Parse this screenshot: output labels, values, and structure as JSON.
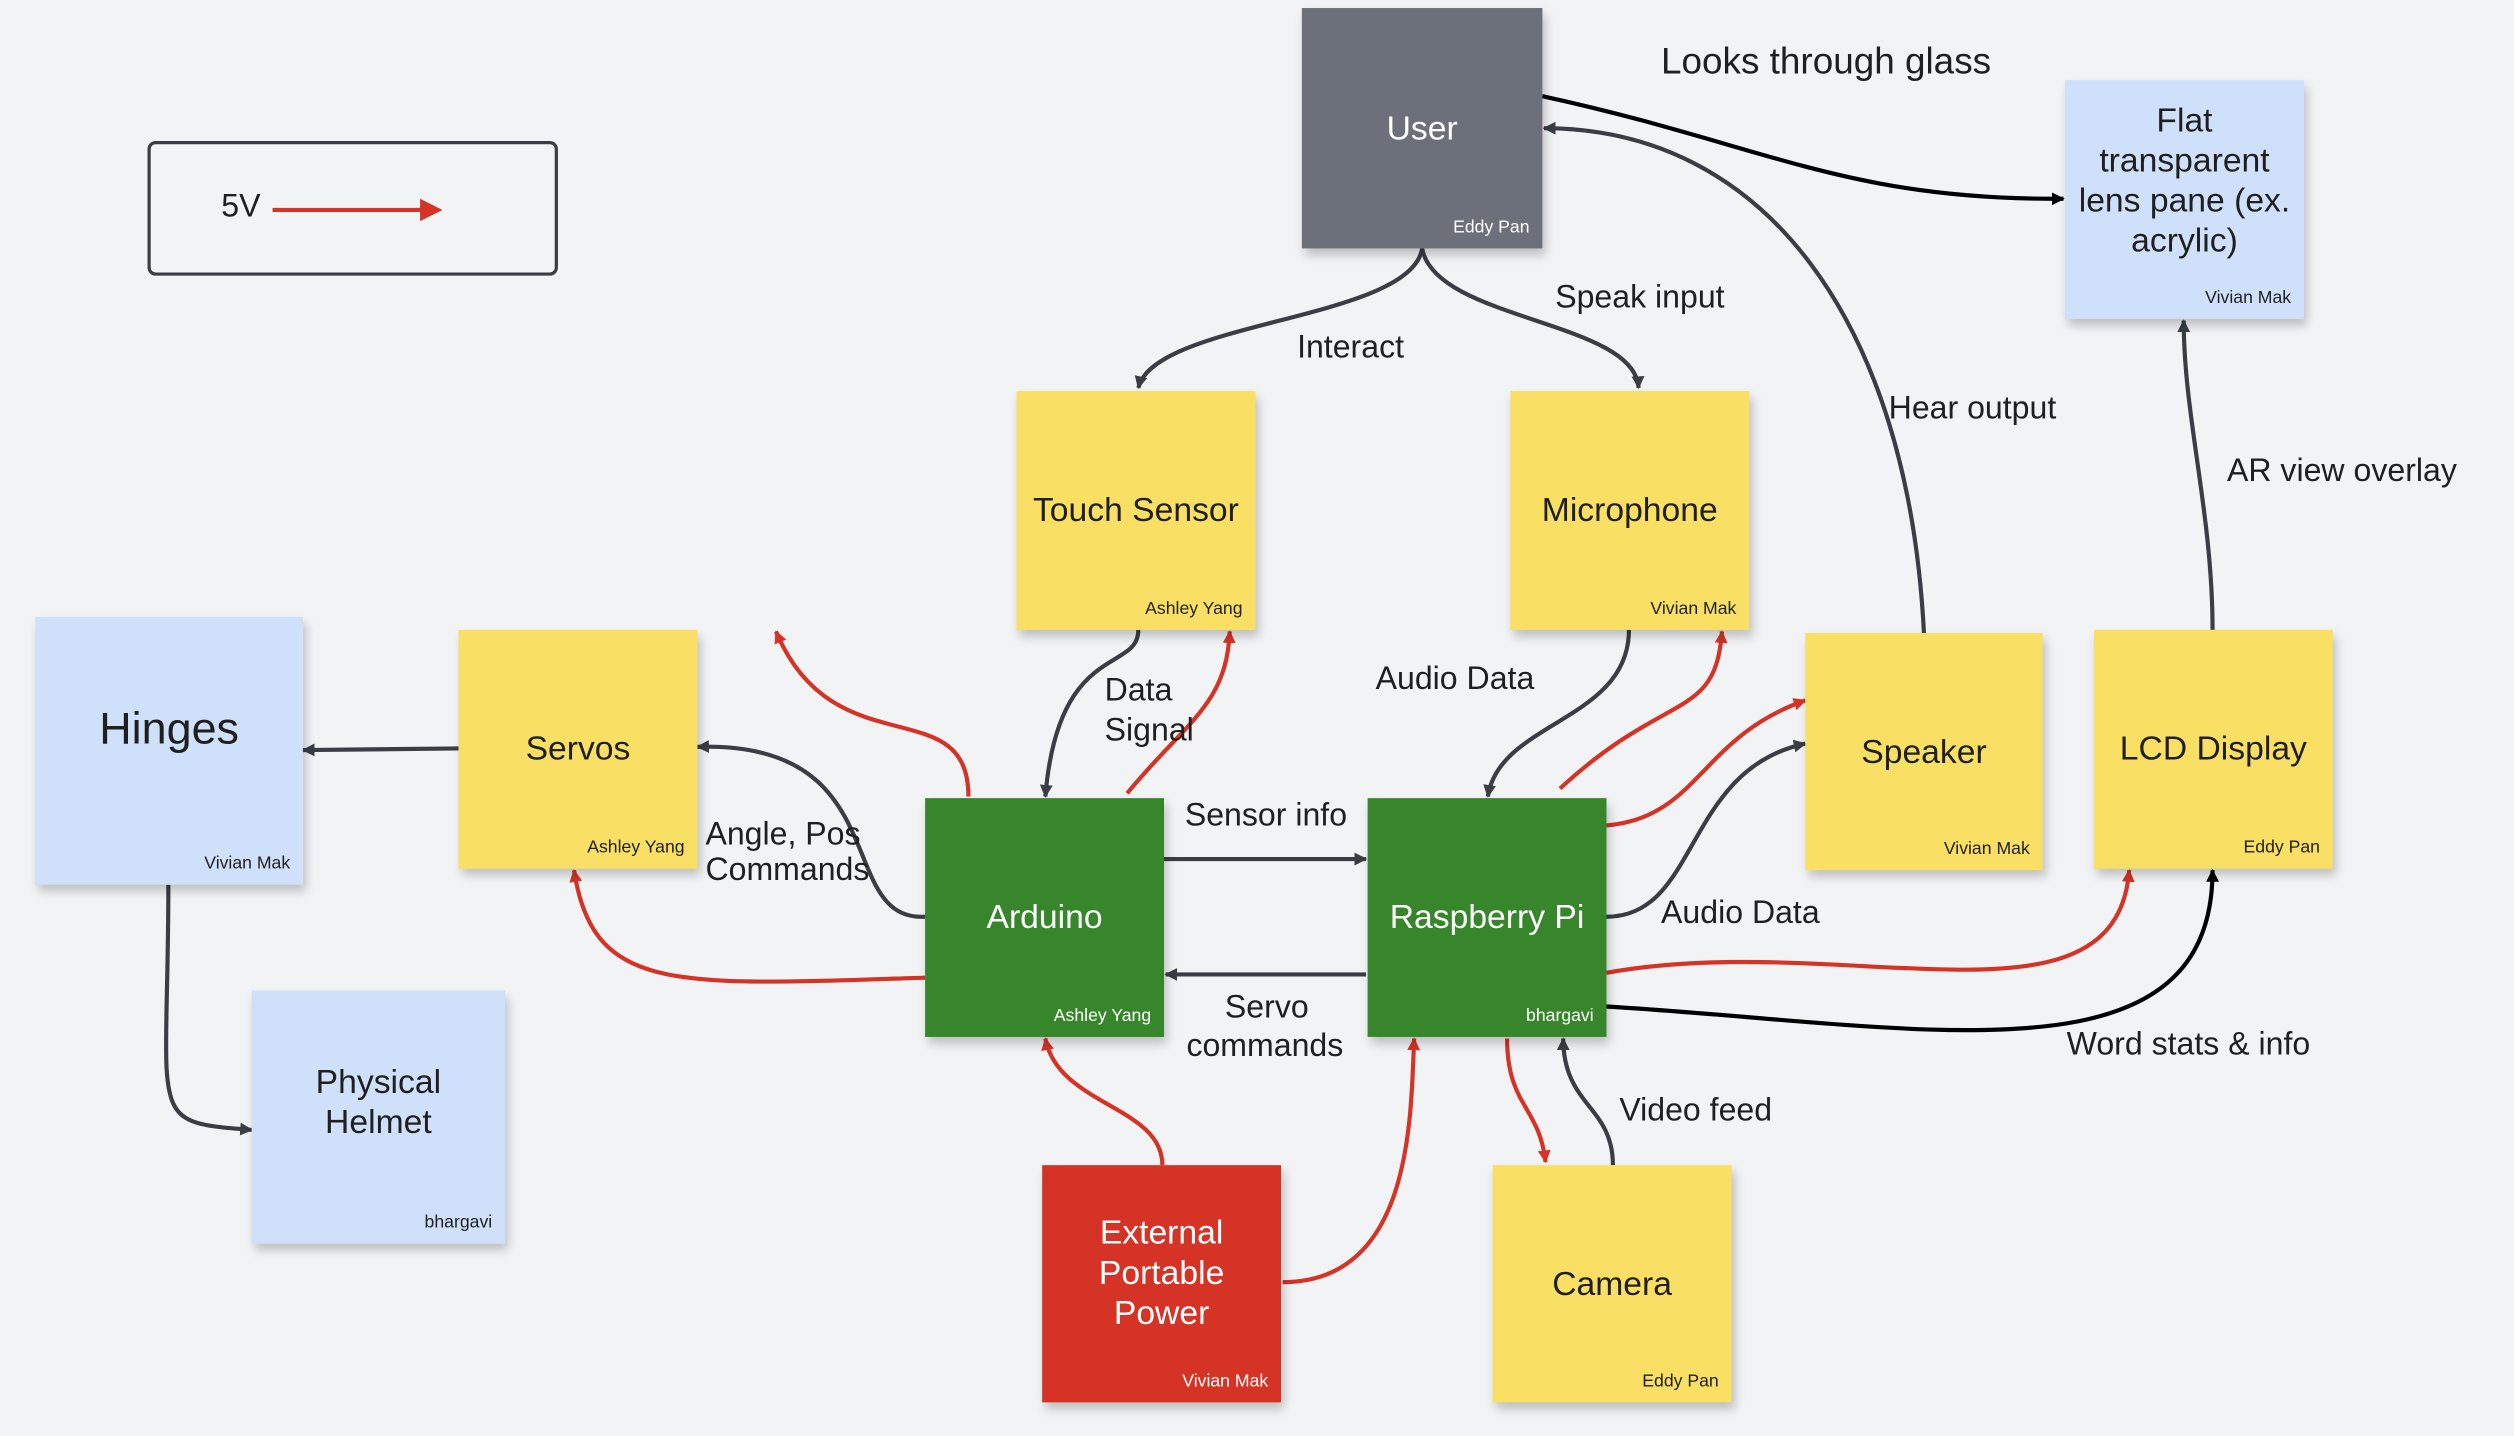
{
  "legend": {
    "label": "5V"
  },
  "notes": {
    "user": {
      "title": "User",
      "author": "Eddy Pan"
    },
    "lens": {
      "title": "Flat transparent lens pane (ex. acrylic)",
      "author": "Vivian Mak"
    },
    "touch": {
      "title": "Touch Sensor",
      "author": "Ashley Yang"
    },
    "mic": {
      "title": "Microphone",
      "author": "Vivian Mak"
    },
    "hinges": {
      "title": "Hinges",
      "author": "Vivian Mak"
    },
    "servos": {
      "title": "Servos",
      "author": "Ashley Yang"
    },
    "arduino": {
      "title": "Arduino",
      "author": "Ashley Yang"
    },
    "rpi": {
      "title": "Raspberry Pi",
      "author": "bhargavi"
    },
    "speaker": {
      "title": "Speaker",
      "author": "Vivian Mak"
    },
    "lcd": {
      "title": "LCD Display",
      "author": "Eddy Pan"
    },
    "helmet": {
      "title": "Physical Helmet",
      "author": "bhargavi"
    },
    "power": {
      "title": "External Portable Power",
      "author": "Vivian Mak"
    },
    "camera": {
      "title": "Camera",
      "author": "Eddy Pan"
    }
  },
  "labels": {
    "looks": "Looks through glass",
    "speak": "Speak input",
    "interact": "Interact",
    "hear": "Hear output",
    "ar": "AR view overlay",
    "audio1": "Audio Data",
    "data1": "Data",
    "data2": "Signal",
    "sensor": "Sensor info",
    "angle1": "Angle, Pos",
    "angle2": "Commands",
    "audio2": "Audio Data",
    "servo1": "Servo",
    "servo2": "commands",
    "word": "Word stats & info",
    "video": "Video feed"
  },
  "colors": {
    "power_edge": "#d53325",
    "data_edge": "#3a3d44",
    "black_edge": "#000000"
  }
}
